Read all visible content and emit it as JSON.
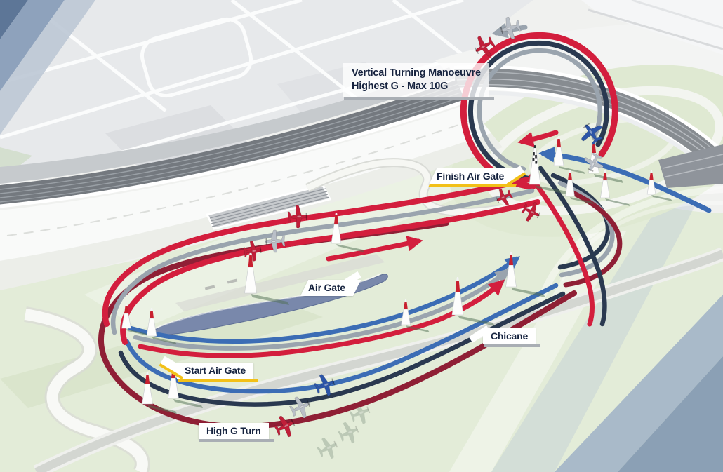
{
  "diagram": {
    "type": "air-race-track-illustration",
    "labels": {
      "vertical_turning_line1": "Vertical Turning Manoeuvre",
      "vertical_turning_line2": "Highest G - Max 10G",
      "finish_air_gate": "Finish Air Gate",
      "air_gate": "Air Gate",
      "chicane": "Chicane",
      "start_air_gate": "Start Air Gate",
      "high_g_turn": "High G Turn"
    },
    "colors": {
      "track_red": "#d31e3d",
      "track_dark_red": "#8f1f35",
      "track_gray": "#9aa4ae",
      "track_navy": "#2a3950",
      "track_blue": "#3c6db5",
      "underline_yellow": "#f2c018",
      "underline_gray": "#a9aeb4",
      "label_text": "#16233f",
      "field_green": "#e3ecd8",
      "water_blue": "#7988ab",
      "pylon_red": "#c8202f",
      "plane_red": "#c01f39",
      "plane_blue": "#2c55a8",
      "plane_gray": "#b9bfc7"
    },
    "features": {
      "pylons_total": 15,
      "checkered_pylons": 1,
      "planes": [
        "gray",
        "red",
        "blue",
        "gray",
        "red",
        "red",
        "red",
        "gray",
        "red",
        "blue",
        "gray",
        "red"
      ]
    }
  }
}
